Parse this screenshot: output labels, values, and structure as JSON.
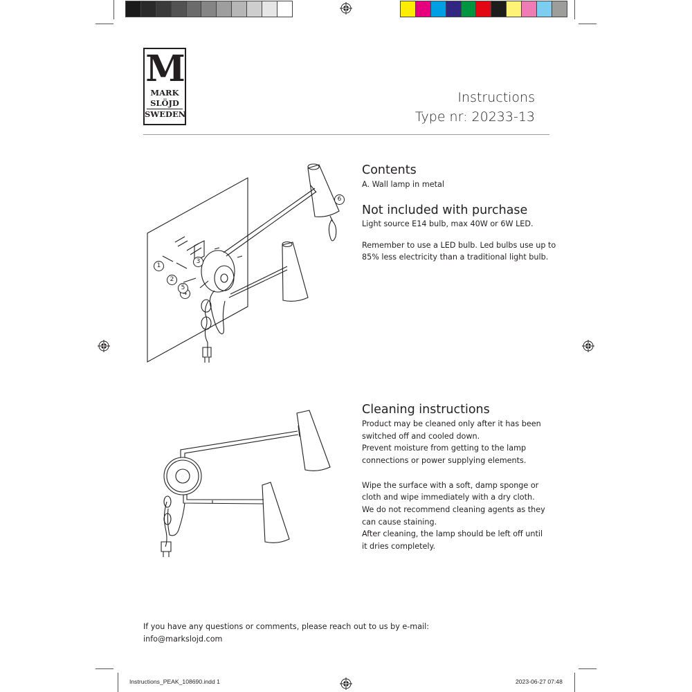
{
  "color_bars": {
    "gray": [
      "#1a1a1a",
      "#2a2a2a",
      "#3a3a3a",
      "#525252",
      "#6b6b6b",
      "#858585",
      "#9e9e9e",
      "#b6b6b6",
      "#cecece",
      "#e6e6e6",
      "#ffffff"
    ],
    "process": [
      "#ffed00",
      "#e6007e",
      "#009fe3",
      "#312783",
      "#00963f",
      "#e30613",
      "#1d1d1b",
      "#fff377",
      "#ef7cb5",
      "#7ccdf0",
      "#9d9d9c"
    ]
  },
  "logo": {
    "big": "M",
    "line1": "MARK",
    "line2": "SLÖJD",
    "line3": "SWEDEN"
  },
  "header": {
    "title": "Instructions",
    "type": "Type nr: 20233-13"
  },
  "contents": {
    "heading": "Contents",
    "item": "A. Wall lamp in metal"
  },
  "not_included": {
    "heading": "Not included with purchase",
    "line": "Light source E14 bulb, max 40W or 6W LED.",
    "note1": "Remember to use a LED bulb. Led bulbs use up to",
    "note2": "85% less electricity than a traditional light bulb."
  },
  "diagram": {
    "callouts": [
      "1",
      "2",
      "3",
      "4",
      "5",
      "6"
    ]
  },
  "cleaning": {
    "heading": "Cleaning instructions",
    "lines": [
      "Product may be cleaned only after it has been",
      "switched off and cooled down.",
      "Prevent moisture from getting to the lamp",
      "connections or power supplying elements.",
      "",
      "Wipe the surface with a soft, damp sponge or",
      "cloth and wipe immediately with a dry cloth.",
      "We do not recommend cleaning agents as they",
      "can cause staining.",
      "After cleaning, the lamp should be left off until",
      "it  dries completely."
    ]
  },
  "footer": {
    "line1": "If you have any questions or comments, please reach out to us by e-mail:",
    "email": "info@markslojd.com"
  },
  "slug": {
    "file": "Instructions_PEAK_108690.indd   1",
    "date": "2023-06-27   07:48"
  }
}
